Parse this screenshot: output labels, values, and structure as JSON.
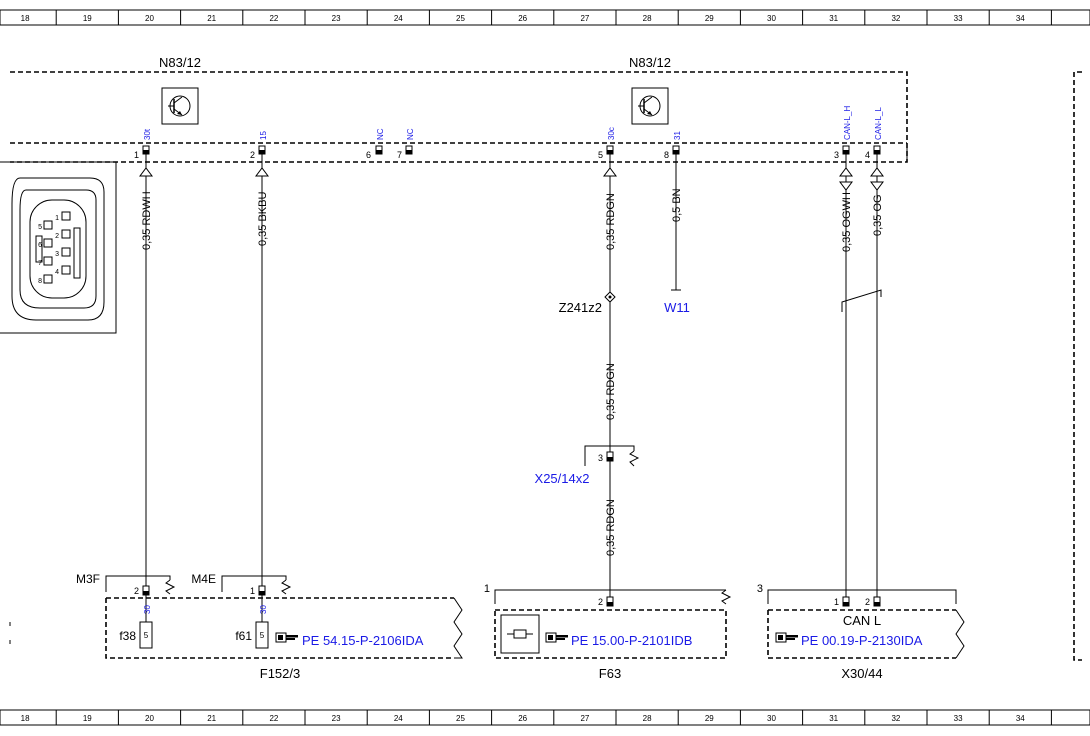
{
  "grid": {
    "top": [
      "18",
      "19",
      "20",
      "21",
      "22",
      "23",
      "24",
      "25",
      "26",
      "27",
      "28",
      "29",
      "30",
      "31",
      "32",
      "33",
      "34"
    ],
    "bottom": [
      "18",
      "19",
      "20",
      "21",
      "22",
      "23",
      "24",
      "25",
      "26",
      "27",
      "28",
      "29",
      "30",
      "31",
      "32",
      "33",
      "34"
    ]
  },
  "components": {
    "n83_left": "N83/12",
    "n83_right": "N83/12",
    "f152": "F152/3",
    "f63": "F63",
    "x30": "X30/44",
    "x25": "X25/14x2",
    "z241": "Z241z2",
    "w11": "W11",
    "can_l": "CAN L",
    "m3f": "M3F",
    "m4e": "M4E",
    "f38": "f38",
    "f61": "f61"
  },
  "pins": {
    "p1": {
      "num": "1",
      "sig": "30t"
    },
    "p2": {
      "num": "2",
      "sig": "15"
    },
    "p6": {
      "num": "6",
      "sig": "NC"
    },
    "p7": {
      "num": "7",
      "sig": "NC"
    },
    "p5": {
      "num": "5",
      "sig": "30c"
    },
    "p8": {
      "num": "8",
      "sig": "31"
    },
    "p3": {
      "num": "3",
      "sig": "CAN-L_H"
    },
    "p4": {
      "num": "4",
      "sig": "CAN-L_L"
    }
  },
  "wires": {
    "w_rdwh": "0,35 RDWH",
    "w_bkbu": "0,35 BKBU",
    "w_rdgn1": "0,35 RDGN",
    "w_bn": "0,5 BN",
    "w_ogwh": "0,35 OGWH",
    "w_og": "0,35 OG",
    "w_rdgn2": "0,35 RDGN",
    "w_rdgn3": "0,35 RDGN"
  },
  "bottom": {
    "m3f_pin": "2",
    "m4e_pin": "1",
    "f38_sig": "30",
    "f61_sig": "30",
    "f38_n": "5",
    "f61_n": "5",
    "f63_block": "1",
    "f63_pin": "2",
    "x30_block": "3",
    "x30_pin1": "1",
    "x30_pin2": "2",
    "x25_pin": "3"
  },
  "refs": {
    "r1": "PE 54.15-P-2106IDA",
    "r2": "PE 15.00-P-2101IDB",
    "r3": "PE 00.19-P-2130IDA"
  },
  "connector_pins": [
    "1",
    "2",
    "3",
    "4",
    "5",
    "6",
    "7",
    "8"
  ]
}
